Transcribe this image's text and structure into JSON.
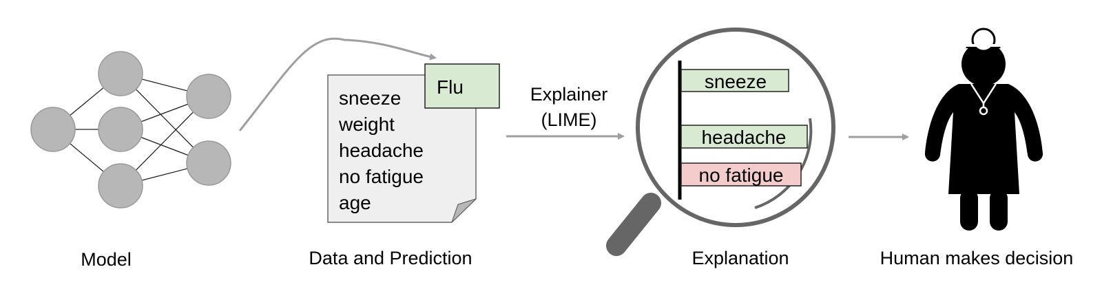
{
  "title": "LIME explanation pipeline",
  "model": {
    "label": "Model"
  },
  "data_prediction": {
    "label": "Data and Prediction",
    "features": [
      "sneeze",
      "weight",
      "headache",
      "no fatigue",
      "age"
    ],
    "prediction": "Flu"
  },
  "explainer": {
    "line1": "Explainer",
    "line2": "(LIME)"
  },
  "explanation": {
    "label": "Explanation",
    "bars": [
      {
        "label": "sneeze",
        "sign": "positive",
        "weight": 0.85
      },
      {
        "label": "headache",
        "sign": "positive",
        "weight": 1.0
      },
      {
        "label": "no fatigue",
        "sign": "negative",
        "weight": 0.95
      }
    ]
  },
  "human": {
    "label": "Human makes decision"
  },
  "colors": {
    "node": "#b7b7b7",
    "arrow": "#9e9e9e",
    "positive": "#d9ead3",
    "negative": "#f4cccc",
    "doc": "#efefef",
    "magnifier": "#666666"
  }
}
